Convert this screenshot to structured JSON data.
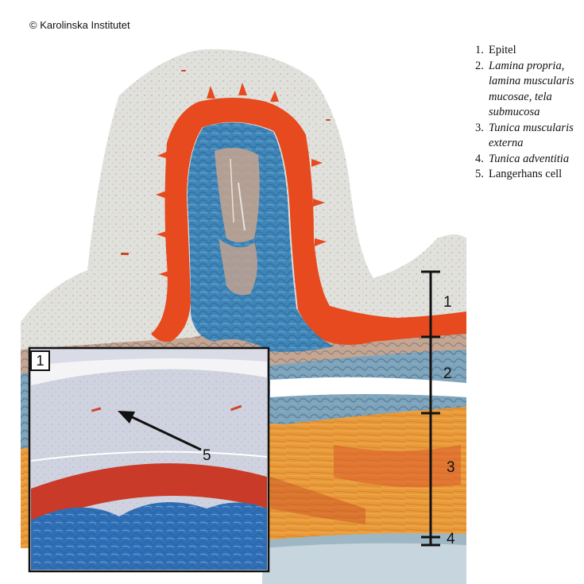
{
  "copyright": "© Karolinska Institutet",
  "legend": {
    "items": [
      {
        "num": "1.",
        "text": "Epitel",
        "italic": false
      },
      {
        "num": "2.",
        "text": "Lamina propria, lamina muscularis mucosae, tela submucosa",
        "italic": true
      },
      {
        "num": "3.",
        "text": "Tunica muscularis externa",
        "italic": true
      },
      {
        "num": "4.",
        "text": "Tunica adventitia",
        "italic": true
      },
      {
        "num": "5.",
        "text": "Langerhans cell",
        "italic": false
      }
    ]
  },
  "scale_labels": [
    "1",
    "2",
    "3",
    "4"
  ],
  "inset": {
    "label": "1",
    "arrow_label": "5"
  },
  "colors": {
    "epithelium": "#e0e0dd",
    "basal_layer": "#e64a1e",
    "connective_tissue": "#3f86b8",
    "muscle_externa": "#e89a3a",
    "background": "#ffffff"
  }
}
